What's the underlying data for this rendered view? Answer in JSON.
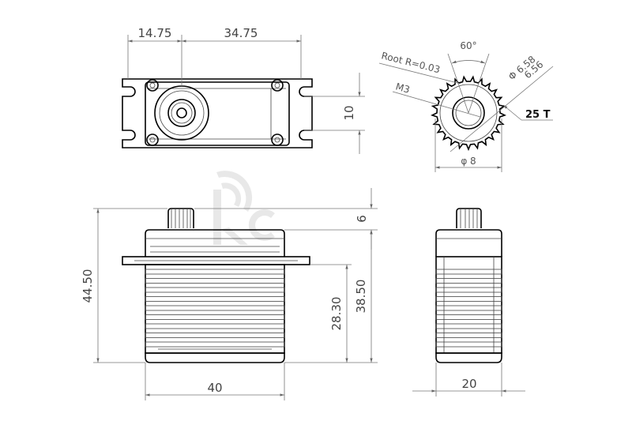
{
  "top_view": {
    "dim_offset": "14.75",
    "dim_hole_spacing": "34.75",
    "dim_height": "10"
  },
  "gear_view": {
    "angle": "60°",
    "root_radius": "Root R=0.03",
    "thread": "M3",
    "diameter_major": "Φ 6.58",
    "diameter_minor": "6.56",
    "teeth": "25 T",
    "diameter_base": "φ 8"
  },
  "side_view": {
    "total_height": "44.50",
    "horn_height": "6",
    "flange_height": "28.30",
    "body_height": "38.50",
    "width": "40"
  },
  "end_view": {
    "width": "20"
  },
  "colors": {
    "line": "#000000",
    "dimension": "#777777",
    "watermark": "#e6e6e6"
  }
}
